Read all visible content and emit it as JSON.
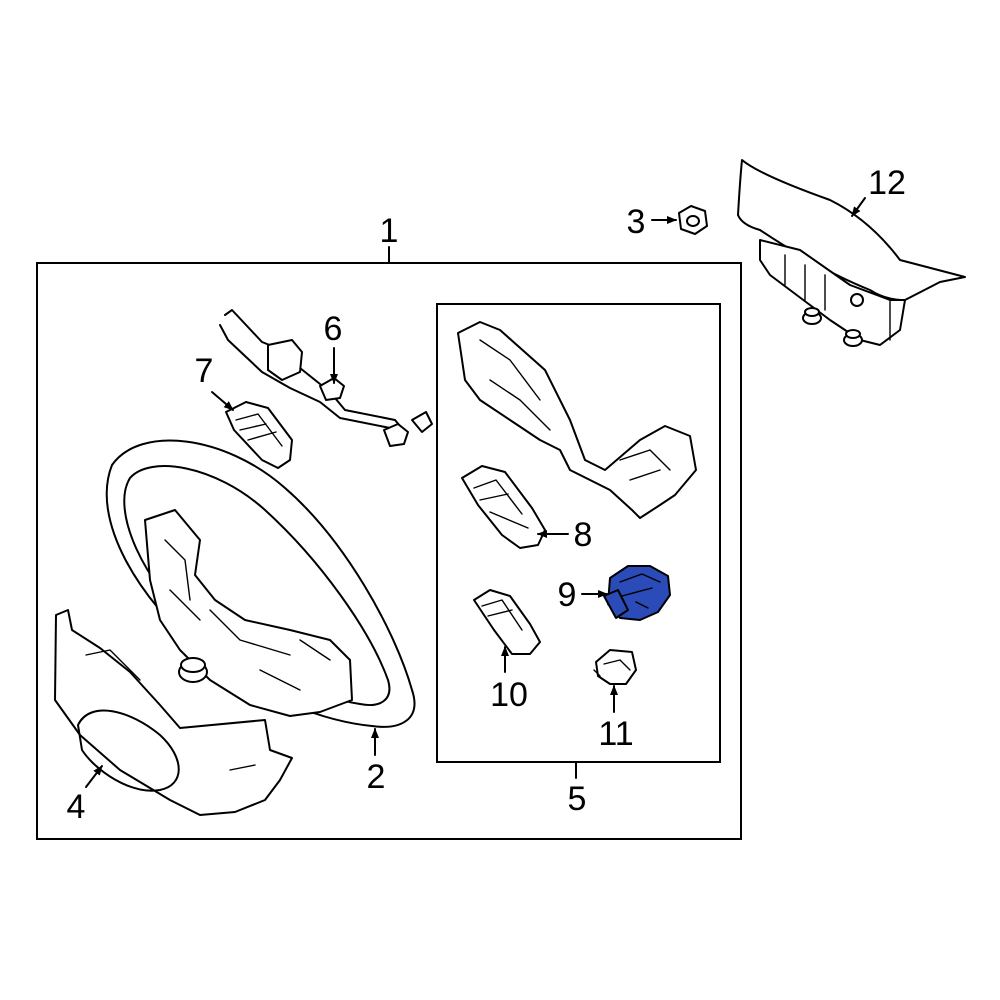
{
  "callouts": {
    "c1": "1",
    "c2": "2",
    "c3": "3",
    "c4": "4",
    "c5": "5",
    "c6": "6",
    "c7": "7",
    "c8": "8",
    "c9": "9",
    "c10": "10",
    "c11": "11",
    "c12": "12"
  },
  "colors": {
    "highlight_part": "#2b4bb8",
    "line": "#000000",
    "background": "#ffffff"
  }
}
